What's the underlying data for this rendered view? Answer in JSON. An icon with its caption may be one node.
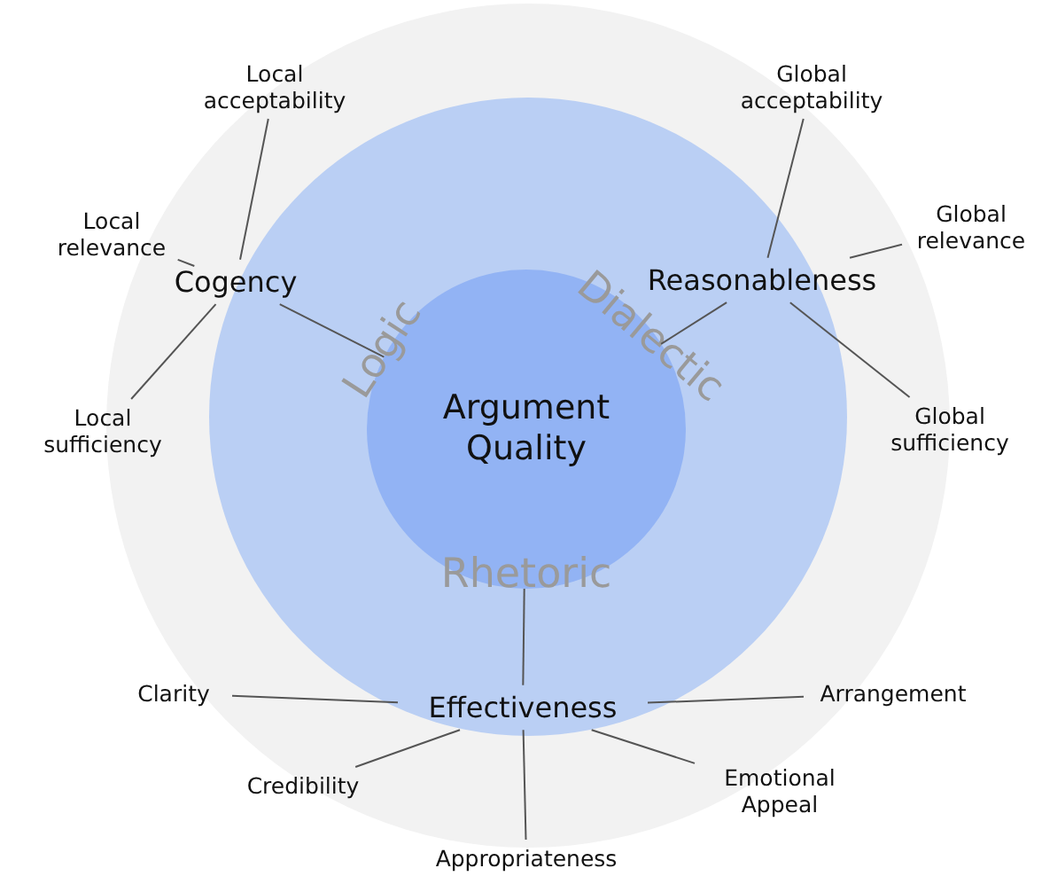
{
  "diagram": {
    "nodes": [
      {
        "text": [
          "Argument Quality"
        ]
      },
      {
        "text": [
          "Cogency"
        ]
      },
      {
        "text": [
          "Reasonableness"
        ]
      },
      {
        "text": [
          "Effectiveness"
        ]
      },
      {
        "text": [
          "Local acceptability"
        ]
      },
      {
        "text": [
          "Local relevance"
        ]
      },
      {
        "text": [
          "Local sufficiency"
        ]
      },
      {
        "text": [
          "Global acceptability"
        ]
      },
      {
        "text": [
          "Global relevance"
        ]
      },
      {
        "text": [
          "Global sufficiency"
        ]
      },
      {
        "text": [
          "Clarity"
        ]
      },
      {
        "text": [
          "Credibility"
        ]
      },
      {
        "text": [
          "Appropriateness"
        ]
      },
      {
        "text": [
          "Emotional Appeal"
        ]
      },
      {
        "text": [
          "Arrangement"
        ]
      }
    ],
    "edges": [
      {
        "from": 1,
        "to": 0,
        "arrow": "none"
      },
      {
        "from": 2,
        "to": 0,
        "arrow": "none"
      },
      {
        "from": 3,
        "to": 0,
        "arrow": "none"
      },
      {
        "from": 1,
        "to": 4,
        "arrow": "none"
      },
      {
        "from": 1,
        "to": 5,
        "arrow": "none"
      },
      {
        "from": 1,
        "to": 6,
        "arrow": "none"
      },
      {
        "from": 2,
        "to": 7,
        "arrow": "none"
      },
      {
        "from": 2,
        "to": 8,
        "arrow": "none"
      },
      {
        "from": 2,
        "to": 9,
        "arrow": "none"
      },
      {
        "from": 3,
        "to": 10,
        "arrow": "none"
      },
      {
        "from": 3,
        "to": 11,
        "arrow": "none"
      },
      {
        "from": 3,
        "to": 12,
        "arrow": "none"
      },
      {
        "from": 3,
        "to": 13,
        "arrow": "none"
      },
      {
        "from": 3,
        "to": 14,
        "arrow": "none"
      }
    ],
    "labels": [
      "Logic",
      "Dialectic",
      "Rhetoric"
    ]
  }
}
